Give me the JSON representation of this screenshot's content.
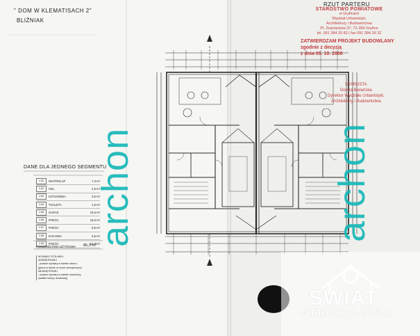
{
  "header": {
    "project_name": "\" DOM W KLEMATISACH 2\"",
    "building_type": "BLIŹNIAK",
    "drawing_title": "RZUT PARTERU"
  },
  "legend": {
    "title": "DANE DLA JEDNEGO SEGMENTU",
    "rooms": [
      {
        "no": "1.01",
        "name": "WIATROŁAP",
        "area": "7,3 m²"
      },
      {
        "no": "1.02",
        "name": "HOL",
        "area": "4,5 m²"
      },
      {
        "no": "1.03",
        "name": "KOTŁOWNIA",
        "area": "3,6 m²"
      },
      {
        "no": "1.04",
        "name": "TOALETA",
        "area": "1,9 m²"
      },
      {
        "no": "1.05",
        "name": "GARAŻ",
        "area": "15,6 m²"
      },
      {
        "no": "1.06",
        "name": "POKÓJ",
        "area": "16,6 m²"
      },
      {
        "no": "1.07",
        "name": "POKÓJ",
        "area": "8,9 m²"
      },
      {
        "no": "1.08",
        "name": "KUCHNIA",
        "area": "5,9 m²"
      },
      {
        "no": "1.09",
        "name": "POKÓJ",
        "area": "24,8 m²"
      }
    ],
    "total_label": "POWIERZCHNIA UŻYTKOWA",
    "total_value": "86,3 m²",
    "notes": [
      "WYMIARY STOLARKI:",
      "ZEWNĘTRZNEJ",
      "- podane wymiary w świetle otworu",
      "(górna w licznie w murze zewnętrznym)",
      "WEWNĘTRZNEJ",
      "- podane wymiary w świetle ościeżnicy",
      "(światło futryny drzwiowej)"
    ]
  },
  "stamps": {
    "office_lines": [
      "STAROSTWO POWIATOWE",
      "w Gryficach",
      "Wydział Urbanistyki,",
      "Architektury i Budownictwa",
      "Pl. Zwycięstwa 37, 72-300 Gryfice",
      "tel. 091 384 20 82 | fax 091 384 26 32"
    ],
    "approval_title": "ZATWIERDZAM PROJEKT BUDOWLANY",
    "approval_line2": "zgodnie z decyzją",
    "approval_line3": "z dnia 09. 10. 2008",
    "signature_lines": [
      "STAROSTA",
      "Dorota Bielańska",
      "Dyrektor Wydziału Urbanistyki,",
      "Architektury i Budownictwa"
    ]
  },
  "watermark": {
    "brand": "archon",
    "agency_name": "ŚWIAT",
    "agency_sub": "NIERUCHOMOŚCI"
  },
  "colors": {
    "watermark": "#17b8b8",
    "stamp": "#c23a3a",
    "line": "#2a2a2a"
  }
}
